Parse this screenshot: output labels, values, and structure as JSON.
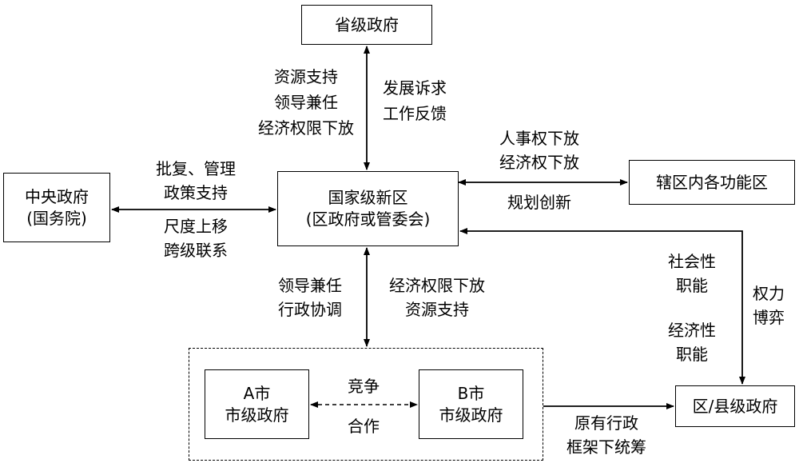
{
  "nodes": {
    "provincial": "省级政府",
    "central_line1": "中央政府",
    "central_line2": "(国务院)",
    "new_area_line1": "国家级新区",
    "new_area_line2": "(区政府或管委会)",
    "functional_zones": "辖区内各功能区",
    "city_a_line1": "A市",
    "city_a_line2": "市级政府",
    "city_b_line1": "B市",
    "city_b_line2": "市级政府",
    "district": "区/县级政府"
  },
  "labels": {
    "prov_down": [
      "资源支持",
      "领导兼任",
      "经济权限下放"
    ],
    "prov_up": [
      "发展诉求",
      "工作反馈"
    ],
    "central_top": [
      "批复、管理",
      "政策支持"
    ],
    "central_bottom": [
      "尺度上移",
      "跨级联系"
    ],
    "func_top": [
      "人事权下放",
      "经济权下放"
    ],
    "func_bottom": "规划创新",
    "city_left": [
      "领导兼任",
      "行政协调"
    ],
    "city_right": [
      "经济权限下放",
      "资源支持"
    ],
    "compete": "竞争",
    "cooperate": "合作",
    "social": [
      "社会性",
      "职能"
    ],
    "economic": [
      "经济性",
      "职能"
    ],
    "power": [
      "权力",
      "博弈"
    ],
    "framework": [
      "原有行政",
      "框架下统筹"
    ]
  }
}
